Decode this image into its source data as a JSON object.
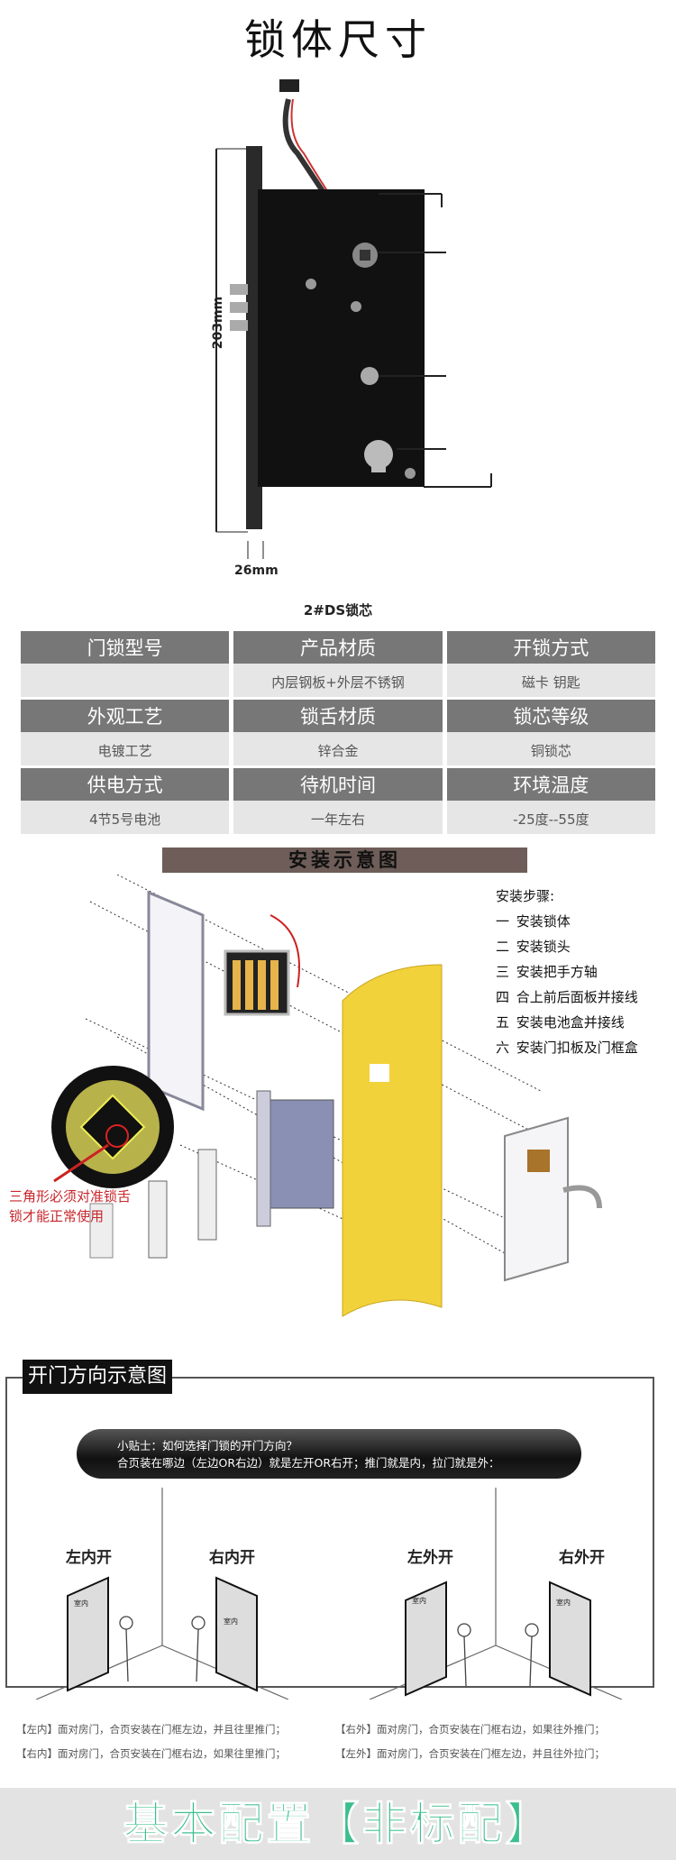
{
  "title": "锁体尺寸",
  "dimensions": {
    "height": "203mm",
    "width": "26mm"
  },
  "model": "2#DS锁芯",
  "spec_table": [
    {
      "header": "门锁型号",
      "value": ""
    },
    {
      "header": "产品材质",
      "value": "内层钢板+外层不锈钢"
    },
    {
      "header": "开锁方式",
      "value": "磁卡 钥匙"
    },
    {
      "header": "外观工艺",
      "value": "电镀工艺"
    },
    {
      "header": "锁舌材质",
      "value": "锌合金"
    },
    {
      "header": "锁芯等级",
      "value": "铜锁芯"
    },
    {
      "header": "供电方式",
      "value": "4节5号电池"
    },
    {
      "header": "待机时间",
      "value": "一年左右"
    },
    {
      "header": "环境温度",
      "value": "-25度--55度"
    }
  ],
  "install": {
    "banner": "安装示意图",
    "steps_title": "安装步骤:",
    "steps": [
      {
        "num": "一",
        "text": "安装锁体"
      },
      {
        "num": "二",
        "text": "安装锁头"
      },
      {
        "num": "三",
        "text": "安装把手方轴"
      },
      {
        "num": "四",
        "text": "合上前后面板并接线"
      },
      {
        "num": "五",
        "text": "安装电池盒并接线"
      },
      {
        "num": "六",
        "text": "安装门扣板及门框盒"
      }
    ],
    "note_line1": "三角形必须对准锁舌",
    "note_line2": "锁才能正常使用"
  },
  "direction": {
    "title": "开门方向示意图",
    "tip_line1": "小贴士：如何选择门锁的开门方向？",
    "tip_line2": "合页装在哪边（左边OR右边）就是左开OR右开；推门就是内，拉门就是外：",
    "labels": [
      "左内开",
      "右内开",
      "左外开",
      "右外开"
    ],
    "indoor": "室内",
    "captions": [
      "【左内】面对房门，合页安装在门框左边，并且往里推门；",
      "【右外】面对房门，合页安装在门框右边，如果往外推门；",
      "【右内】面对房门，合页安装在门框右边，如果往里推门；",
      "【左外】面对房门，合页安装在门框左边，并且往外拉门；"
    ]
  },
  "footer": "基本配置【非标配】"
}
